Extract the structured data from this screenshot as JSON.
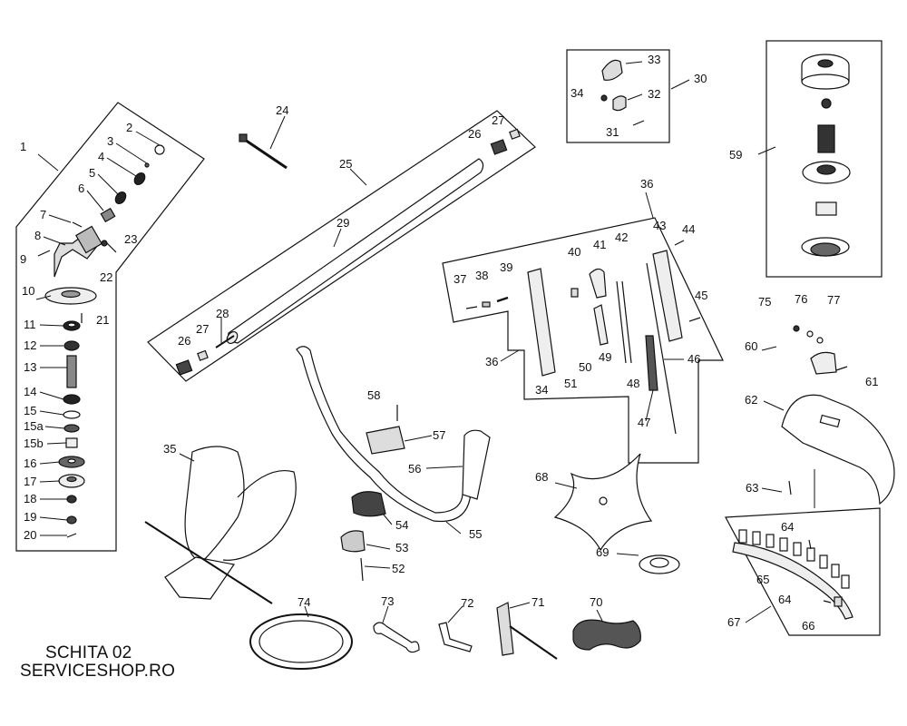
{
  "footer": {
    "line1": "SCHITA 02",
    "line2": "SERVICESHOP.RO"
  },
  "callouts": {
    "c1": "1",
    "c2": "2",
    "c3": "3",
    "c4": "4",
    "c5": "5",
    "c6": "6",
    "c7": "7",
    "c8": "8",
    "c9": "9",
    "c10": "10",
    "c11": "11",
    "c12": "12",
    "c13": "13",
    "c14": "14",
    "c15": "15",
    "c15a": "15a",
    "c15b": "15b",
    "c16": "16",
    "c17": "17",
    "c18": "18",
    "c19": "19",
    "c20": "20",
    "c21": "21",
    "c22": "22",
    "c23": "23",
    "c24": "24",
    "c25": "25",
    "c26a": "26",
    "c26b": "26",
    "c27a": "27",
    "c27b": "27",
    "c28": "28",
    "c29": "29",
    "c30": "30",
    "c31": "31",
    "c32": "32",
    "c33": "33",
    "c34a": "34",
    "c34b": "34",
    "c35": "35",
    "c36a": "36",
    "c36b": "36",
    "c37": "37",
    "c38": "38",
    "c39": "39",
    "c40": "40",
    "c41": "41",
    "c42": "42",
    "c43": "43",
    "c44": "44",
    "c45": "45",
    "c46": "46",
    "c47": "47",
    "c48": "48",
    "c49": "49",
    "c50": "50",
    "c51": "51",
    "c52": "52",
    "c53": "53",
    "c54": "54",
    "c55": "55",
    "c56": "56",
    "c57": "57",
    "c58": "58",
    "c59": "59",
    "c60": "60",
    "c61": "61",
    "c62": "62",
    "c63": "63",
    "c64a": "64",
    "c64b": "64",
    "c65": "65",
    "c66": "66",
    "c67": "67",
    "c68": "68",
    "c69": "69",
    "c70": "70",
    "c71": "71",
    "c72": "72",
    "c73": "73",
    "c74": "74",
    "c75": "75",
    "c76": "76",
    "c77": "77"
  }
}
